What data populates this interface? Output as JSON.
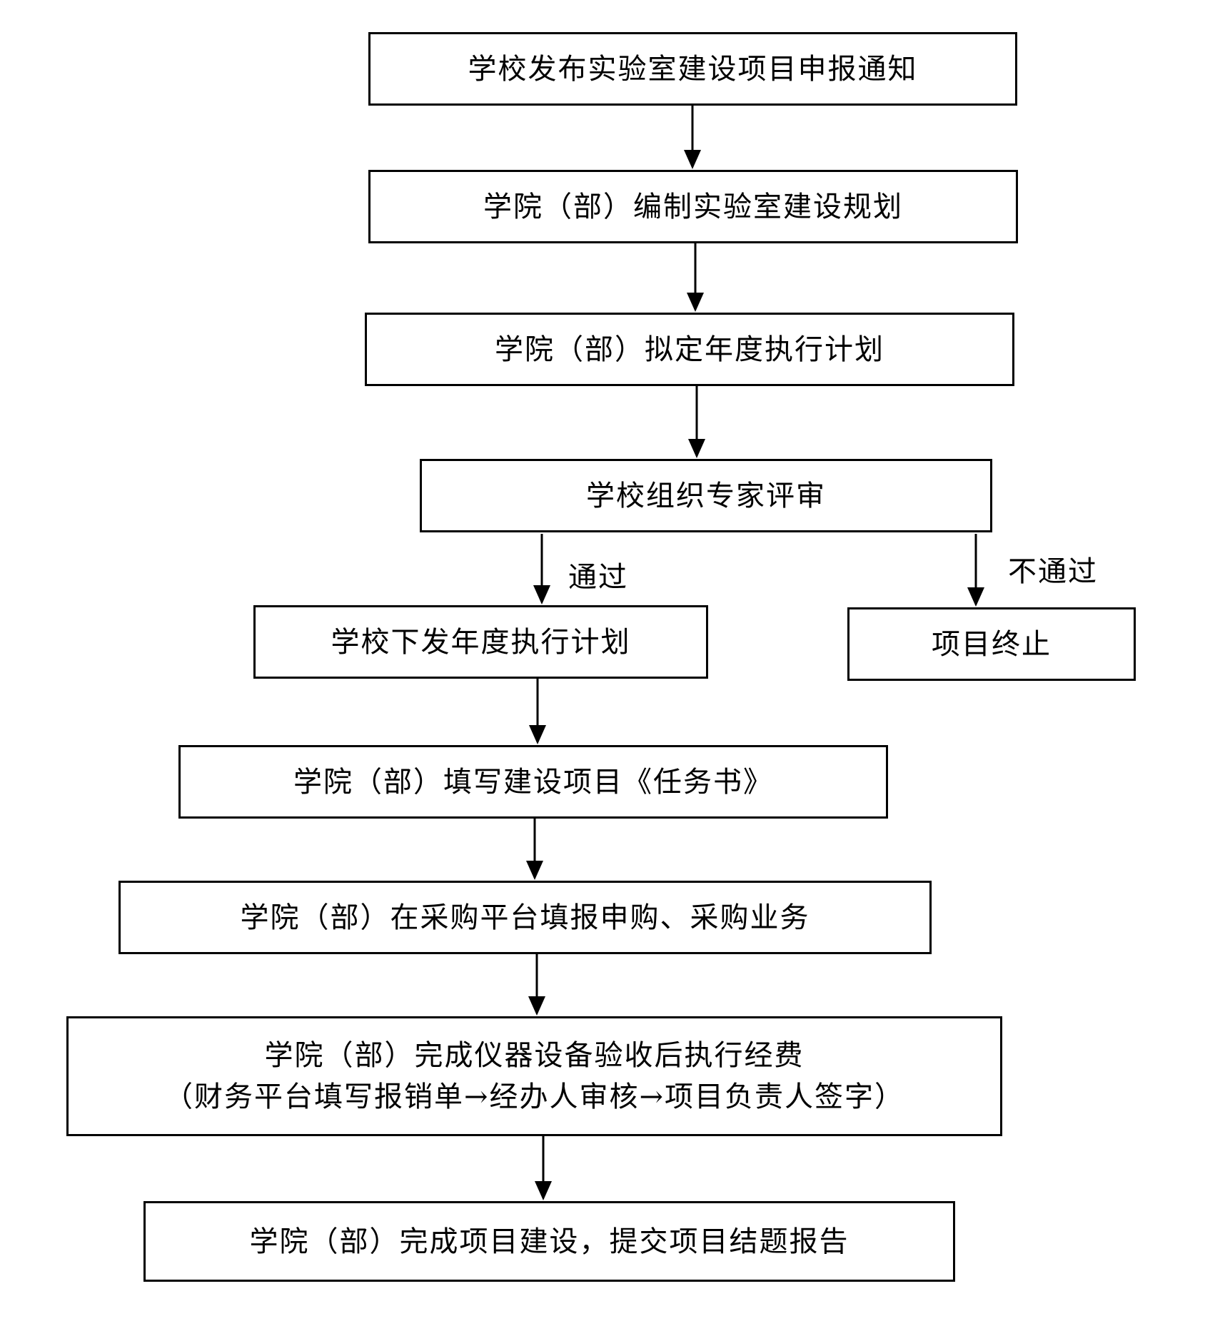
{
  "steps": {
    "notice": "学校发布实验室建设项目申报通知",
    "planning": "学院（部）编制实验室建设规划",
    "annual_plan": "学院（部）拟定年度执行计划",
    "review": "学校组织专家评审",
    "issue_plan": "学校下发年度执行计划",
    "terminate": "项目终止",
    "task_book": "学院（部）填写建设项目《任务书》",
    "purchase": "学院（部）在采购平台填报申购、采购业务",
    "expense_line1": "学院（部）完成仪器设备验收后执行经费",
    "expense_line2": "（财务平台填写报销单→经办人审核→项目负责人签字）",
    "final_report": "学院（部）完成项目建设，提交项目结题报告"
  },
  "branch_labels": {
    "pass": "通过",
    "fail": "不通过"
  }
}
